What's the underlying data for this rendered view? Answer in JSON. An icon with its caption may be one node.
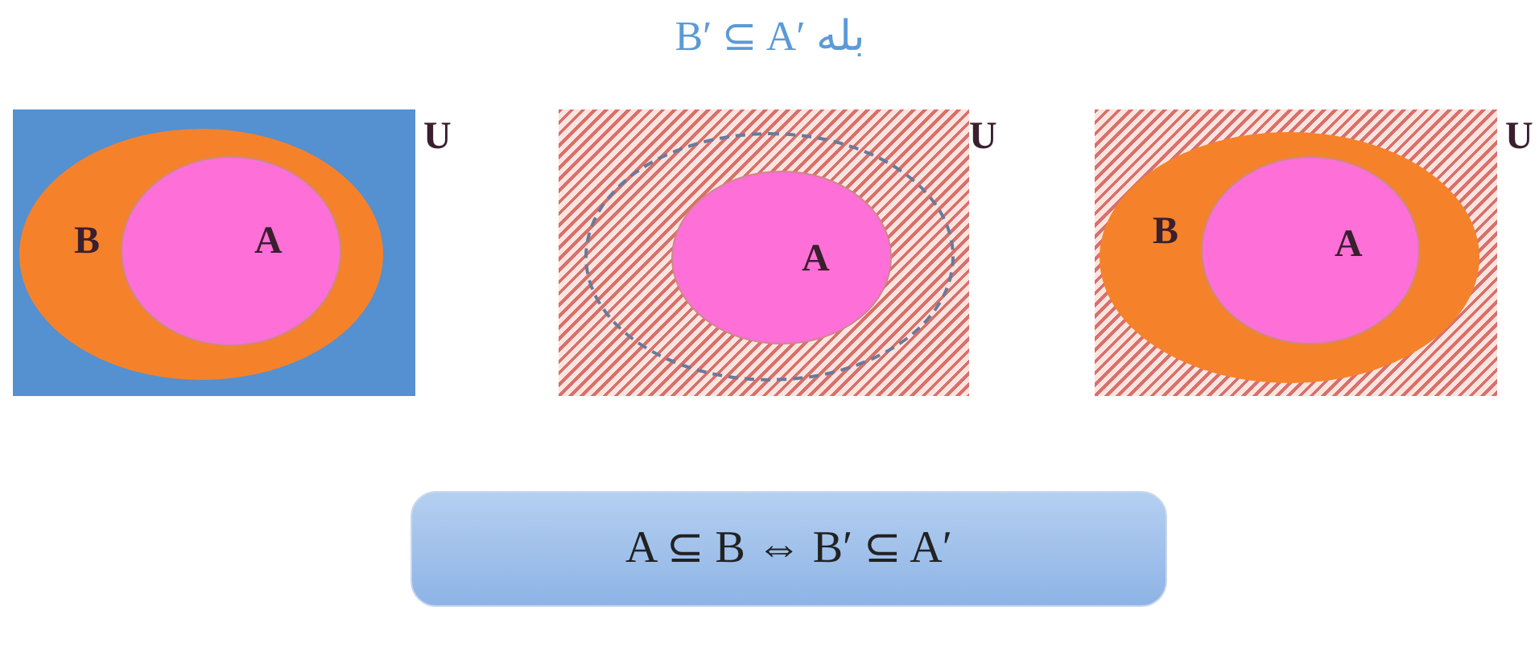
{
  "diagram": {
    "title": "B′ ⊆ A′ بله",
    "nodes": [
      {
        "text": [
          "U"
        ]
      },
      {
        "text": [
          "B"
        ],
        "in": 0
      },
      {
        "text": [
          "A"
        ],
        "in": 1
      },
      {
        "text": [
          "U"
        ]
      },
      {
        "text": [],
        "shape": "ellipse",
        "in": 3
      },
      {
        "text": [
          "A"
        ],
        "in": 4
      },
      {
        "text": [
          "U"
        ]
      },
      {
        "text": [
          "B"
        ],
        "in": 6
      },
      {
        "text": [
          "A"
        ],
        "in": 7
      },
      {
        "text": [
          "A ⊆ B ⇔ B′ ⊆ A′"
        ]
      }
    ],
    "edges": []
  }
}
